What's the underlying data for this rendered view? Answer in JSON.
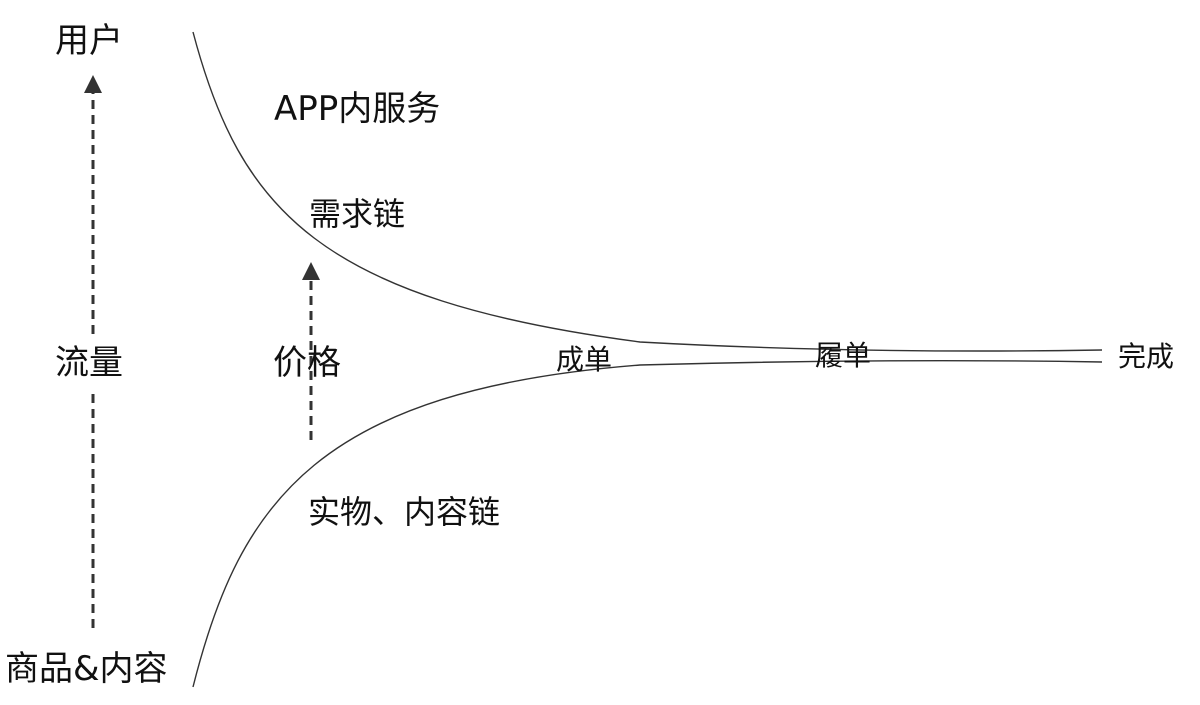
{
  "labels": {
    "top_left": "用户",
    "bottom_left": "商品&内容",
    "flow_axis": "流量",
    "price_axis": "价格",
    "upper_area": "APP内服务",
    "upper_chain": "需求链",
    "lower_chain": "实物、内容链",
    "stage_order": "成单",
    "stage_fulfill": "履单",
    "stage_complete": "完成"
  },
  "colors": {
    "curve": "#333333",
    "arrow": "#333333",
    "text": "#111111"
  }
}
